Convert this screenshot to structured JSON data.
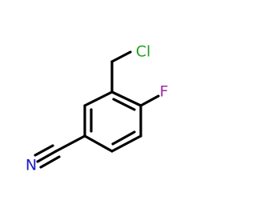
{
  "molecule": {
    "atoms": {
      "chlorine": "Cl",
      "fluorine": "F",
      "nitrogen": "N"
    },
    "colors": {
      "bond": "#000000",
      "chlorine": "#21a021",
      "fluorine": "#9b2aa3",
      "nitrogen": "#1a1ac8"
    }
  }
}
